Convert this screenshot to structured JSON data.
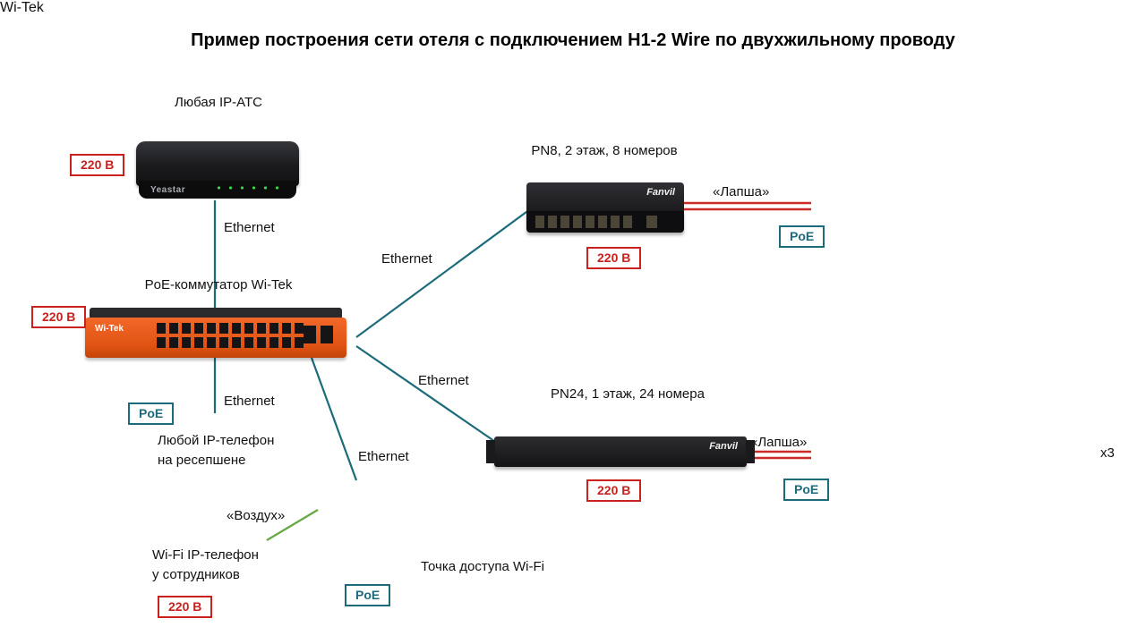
{
  "title": "Пример построения сети отеля с подключением H1-2 Wire по двухжильному проводу",
  "nodes": {
    "pbx": {
      "label": "Любая IP-АТС",
      "brand": "Yeastar"
    },
    "switch": {
      "label": "PoE-коммутатор Wi-Tek",
      "brand": "Wi-Tek"
    },
    "pn8": {
      "label": "PN8, 2 этаж, 8 номеров",
      "brand": "Fanvil"
    },
    "pn24": {
      "label": "PN24, 1 этаж, 24 номера",
      "brand": "Fanvil"
    },
    "reception_phone": {
      "label_line1": "Любой IP-телефон",
      "label_line2": "на ресепшене"
    },
    "wifi_phone": {
      "label_line1": "Wi-Fi IP-телефон",
      "label_line2": "у сотрудников"
    },
    "ap": {
      "label": "Точка доступа Wi-Fi",
      "brand": "Wi-Tek"
    },
    "cluster_bottom_multiplier": "x3"
  },
  "edge_labels": {
    "ethernet": "Ethernet",
    "lapsha": "«Лапша»",
    "air": "«Воздух»"
  },
  "badges": {
    "power": "220 В",
    "poe": "PoE"
  },
  "colors": {
    "line": "#1c6b7a",
    "power_red": "#c9211e",
    "lapsha_red": "#cc2a26",
    "air_green": "#67a744",
    "switch_orange": "#e8551e"
  }
}
